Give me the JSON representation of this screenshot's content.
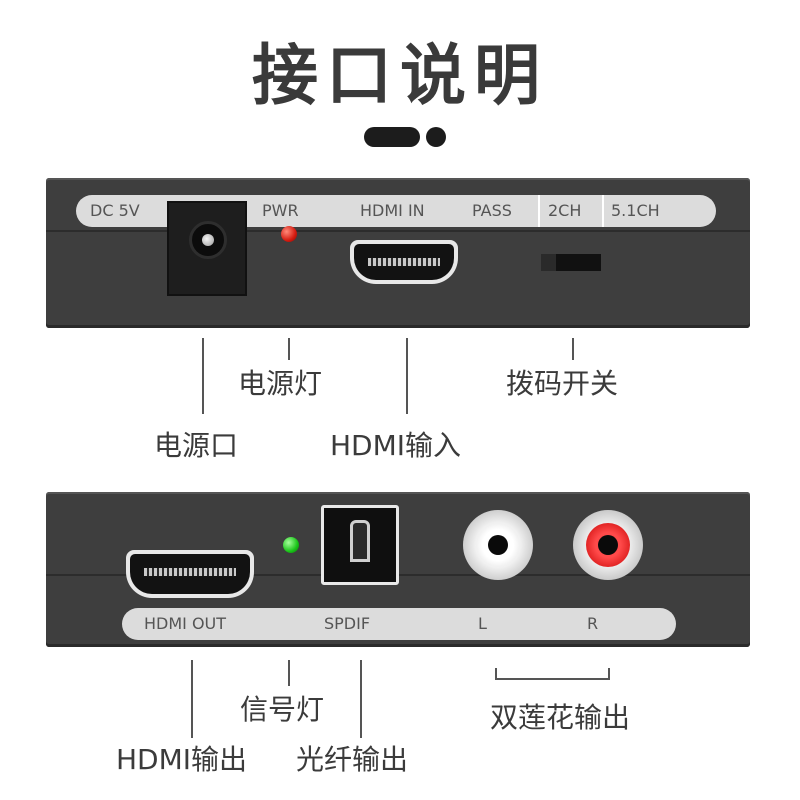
{
  "title": "接口说明",
  "top_panel": {
    "labels": {
      "dc": "DC 5V",
      "pwr": "PWR",
      "hdmi_in": "HDMI IN",
      "pass": "PASS",
      "ch2": "2CH",
      "ch51": "5.1CH"
    },
    "led_color": "#d41b10"
  },
  "bottom_panel": {
    "labels": {
      "hdmi_out": "HDMI OUT",
      "spdif": "SPDIF",
      "left": "L",
      "right": "R"
    },
    "led_color": "#19c418"
  },
  "callouts": {
    "power_port": "电源口",
    "power_led": "电源灯",
    "hdmi_input": "HDMI输入",
    "dip_switch": "拨码开关",
    "signal_led": "信号灯",
    "hdmi_output": "HDMI输出",
    "optical_output": "光纤输出",
    "rca_output": "双莲花输出"
  }
}
